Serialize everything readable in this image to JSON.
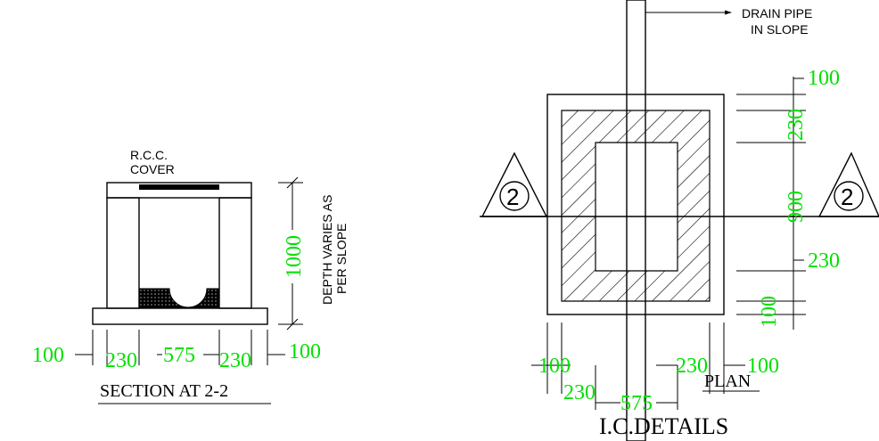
{
  "section": {
    "title": "SECTION AT 2-2",
    "cover_label_line1": "R.C.C.",
    "cover_label_line2": "COVER",
    "depth_note_line1": "DEPTH VARIES AS",
    "depth_note_line2": "PER SLOPE",
    "depth_dim": "1000",
    "dims": [
      "100",
      "230",
      "575",
      "230",
      "100"
    ]
  },
  "plan": {
    "title": "PLAN",
    "drain_label_line1": "DRAIN PIPE",
    "drain_label_line2": "IN SLOPE",
    "marker_left": "2",
    "marker_right": "2",
    "right_dims": [
      "100",
      "230",
      "900",
      "230",
      "100"
    ],
    "bottom_dims": [
      "100",
      "230",
      "575",
      "230",
      "100"
    ]
  },
  "drawing_title": "I.C.DETAILS",
  "colors": {
    "dimension": "#00e000",
    "lines": "#000000",
    "background": "#ffffff"
  }
}
